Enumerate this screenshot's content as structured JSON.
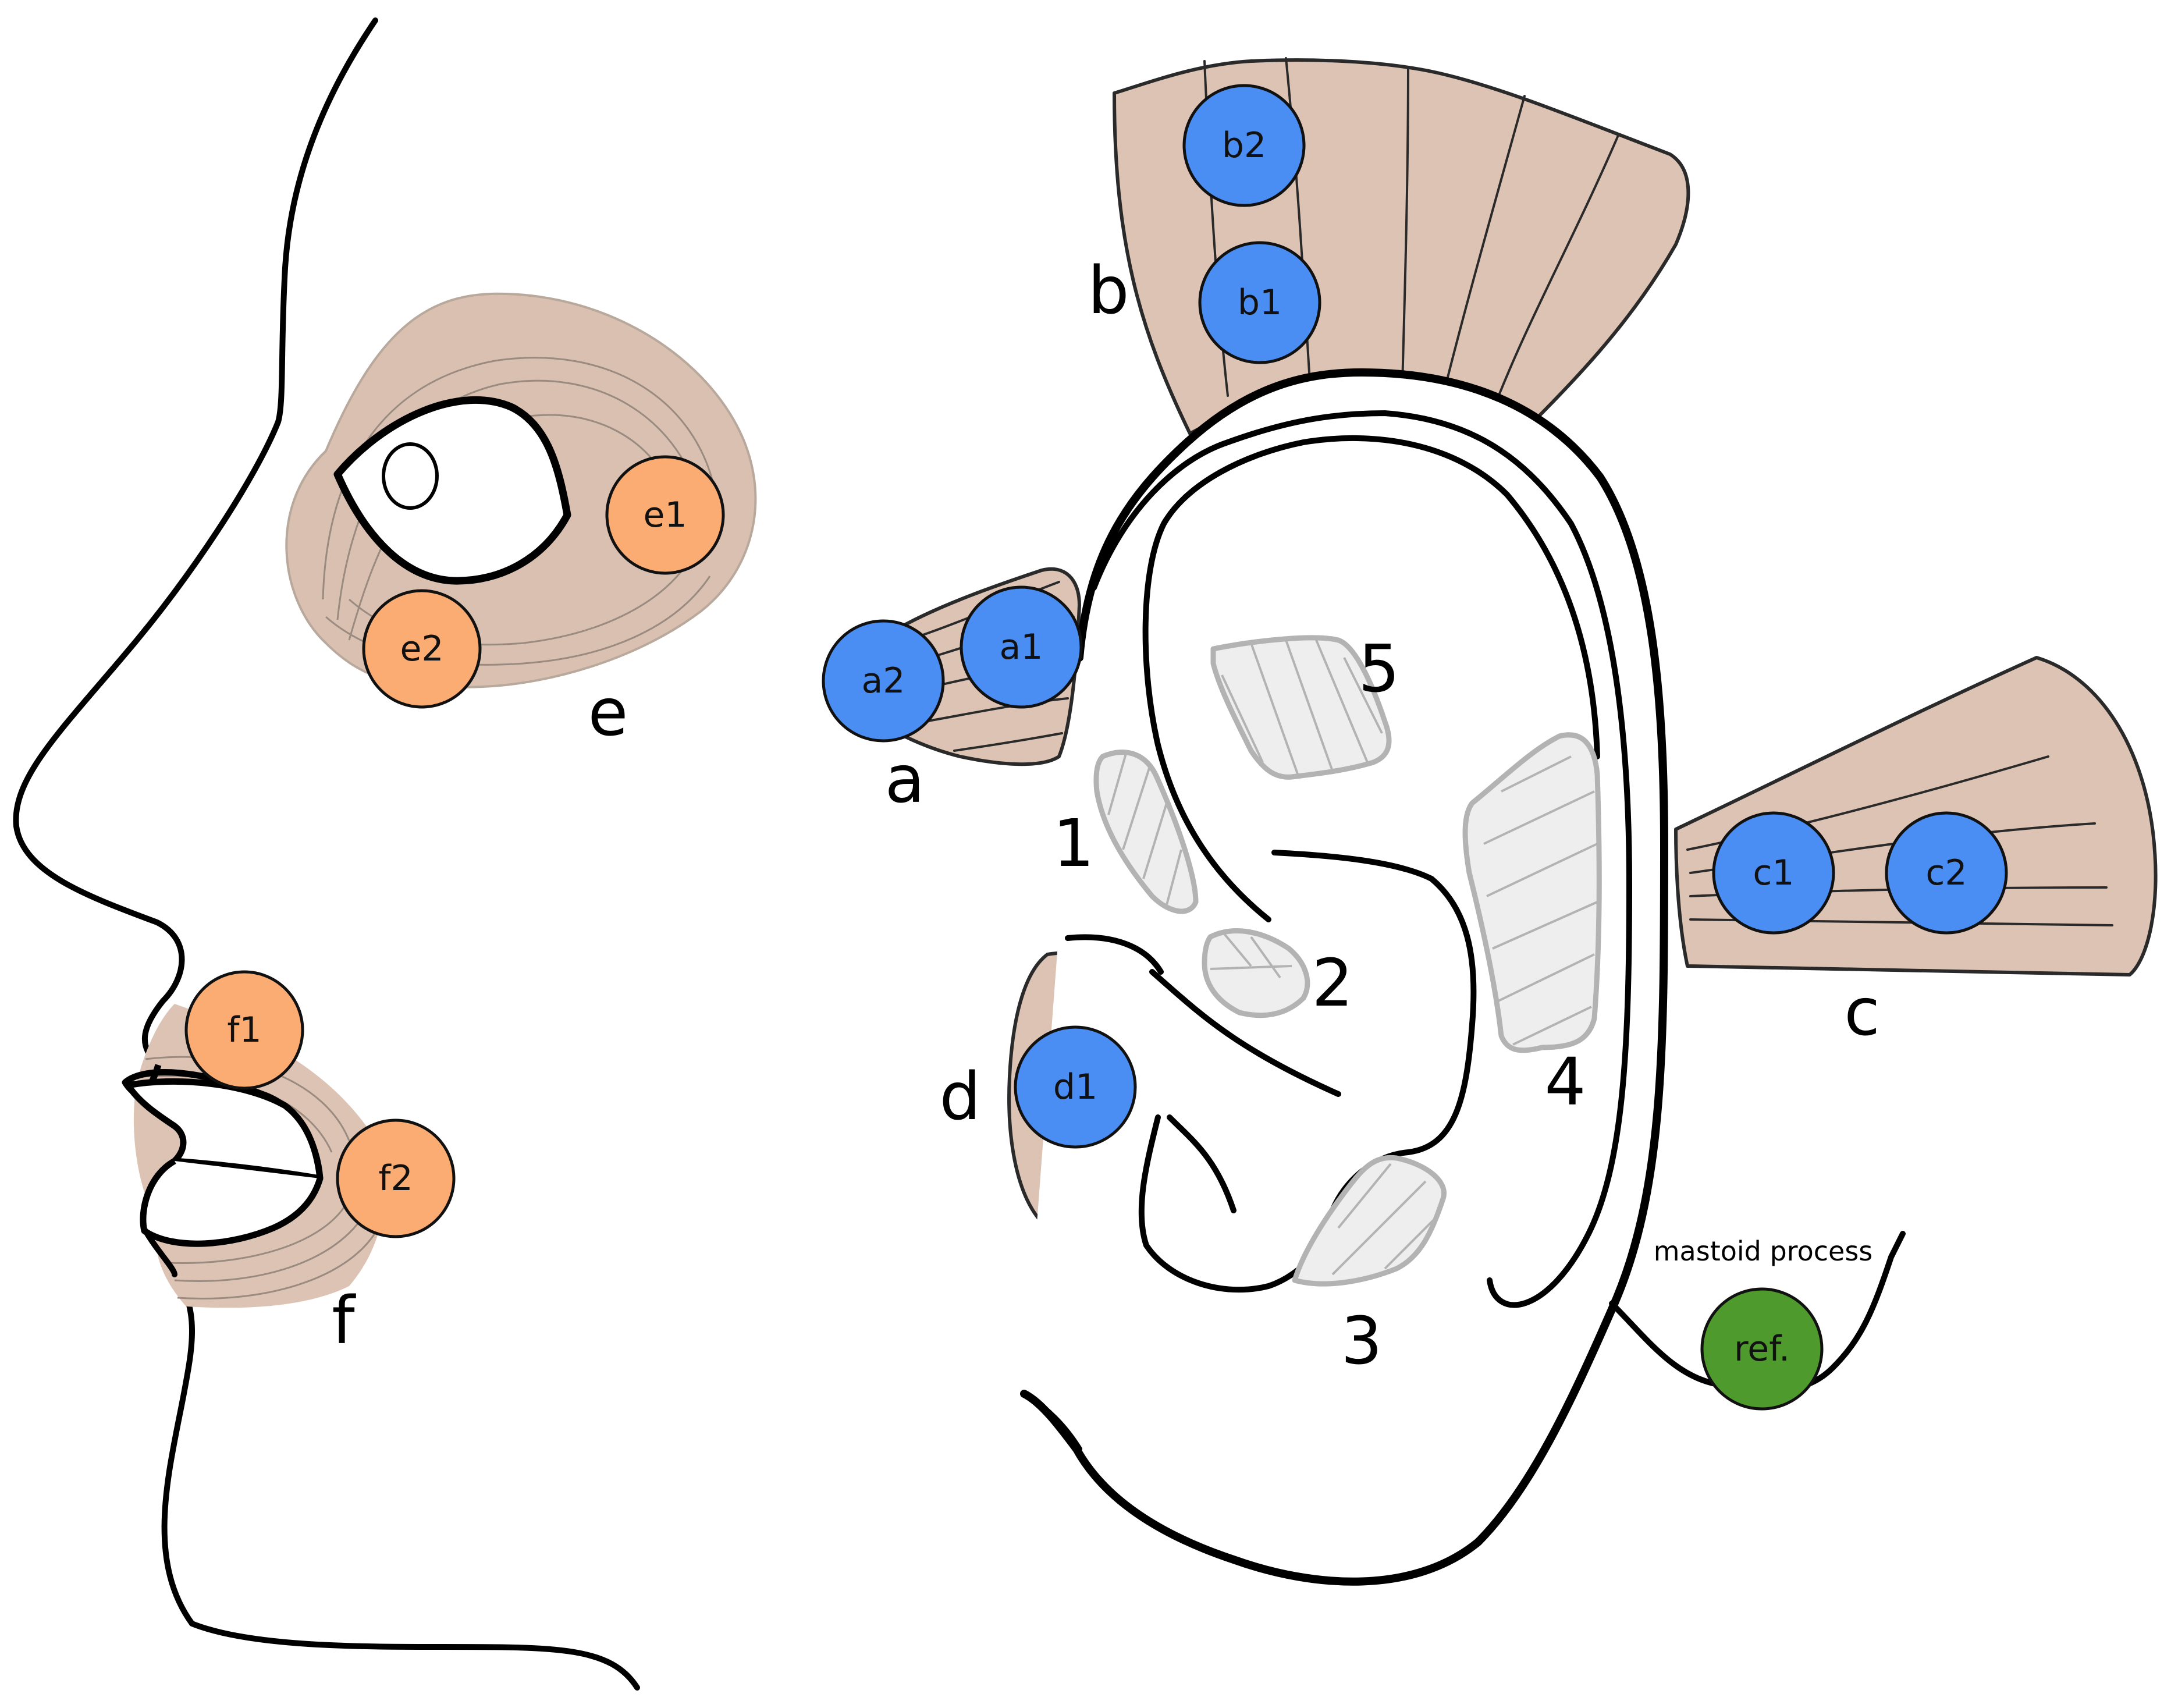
{
  "colors": {
    "muscle_fill": "#dcc3b3",
    "muscle_soft": "#d9c0b0",
    "ear_electrode": "#4a8ef4",
    "face_electrode": "#fbac72",
    "reference_electrode": "#4f9a2c",
    "zone_fill": "#eeeeee",
    "zone_stroke": "#b3b3b3"
  },
  "muscle_labels": {
    "a": "a",
    "b": "b",
    "c": "c",
    "d": "d",
    "e": "e",
    "f": "f"
  },
  "zone_labels": {
    "z1": "1",
    "z2": "2",
    "z3": "3",
    "z4": "4",
    "z5": "5"
  },
  "electrodes": {
    "a1": "a1",
    "a2": "a2",
    "b1": "b1",
    "b2": "b2",
    "c1": "c1",
    "c2": "c2",
    "d1": "d1",
    "e1": "e1",
    "e2": "e2",
    "f1": "f1",
    "f2": "f2",
    "ref": "ref."
  },
  "annotations": {
    "mastoid": "mastoid process"
  }
}
